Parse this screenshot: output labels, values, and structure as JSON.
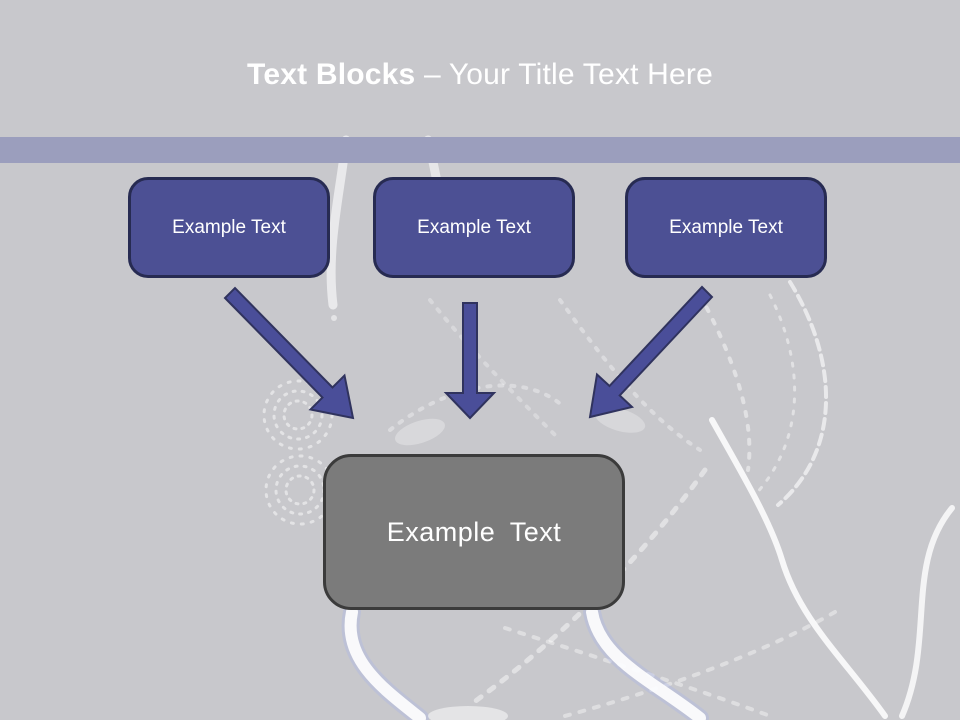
{
  "title": {
    "bold": "Text Blocks",
    "rest": " – Your Title Text Here"
  },
  "source_boxes": [
    {
      "label": "Example Text"
    },
    {
      "label": "Example Text"
    },
    {
      "label": "Example Text"
    }
  ],
  "result_box": {
    "label": "Example Text"
  },
  "arrows": [
    {
      "name": "arrow-down-right-icon",
      "direction": "down-right"
    },
    {
      "name": "arrow-down-icon",
      "direction": "down"
    },
    {
      "name": "arrow-down-left-icon",
      "direction": "down-left"
    }
  ],
  "colors": {
    "header_gradient_top": "#343767",
    "header_gradient_bottom": "#4f53a1",
    "band": "#9b9ebd",
    "background": "#c8c8cc",
    "box_fill": "#4c5094",
    "box_border": "#272b52",
    "arrow_fill": "#4a4e99",
    "arrow_border": "#30335e",
    "result_fill": "#7b7b7b",
    "result_border": "#3b3b3b",
    "text": "#ffffff"
  }
}
